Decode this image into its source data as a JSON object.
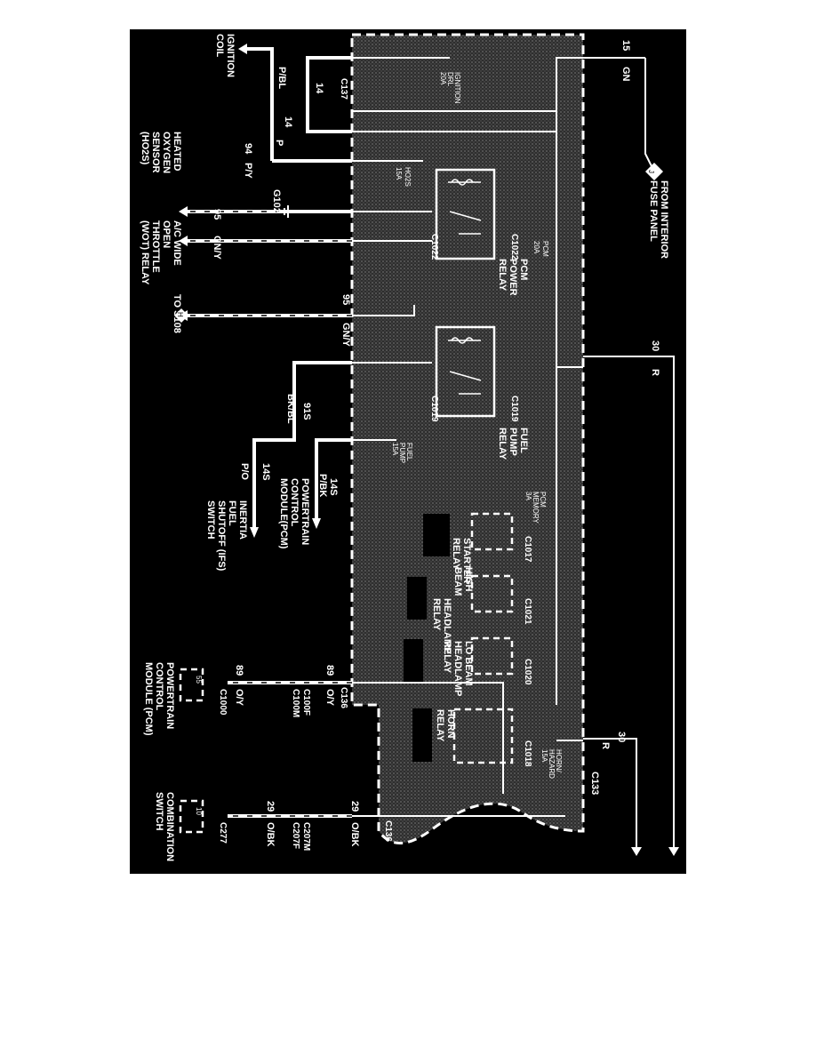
{
  "destinations": {
    "ignition_coil": [
      "IGNITION",
      "COIL"
    ],
    "ho2s": [
      "HEATED",
      "OXYGEN",
      "SENSOR",
      "(HO2S)"
    ],
    "wot": [
      "A/C WIDE",
      "OPEN",
      "THROTTLE",
      "(WOT) RELAY"
    ],
    "to_s108": "TO S108",
    "pcm_center": [
      "POWERTRAIN",
      "CONTROL",
      "MODULE(PCM)"
    ],
    "ifs": [
      "INERTIA",
      "FUEL",
      "SHUTOFF (IFS)",
      "SWITCH"
    ],
    "pcm_bottom": [
      "POWERTRAIN",
      "CONTROL",
      "MODULE (PCM)"
    ],
    "combo": [
      "COMBINATION",
      "SWITCH"
    ],
    "interior_fuse": [
      "FROM INTERIOR",
      "FUSE PANEL"
    ]
  },
  "circuits": {
    "c15": "15",
    "gn": "GN",
    "c14a": "14",
    "pbl": "P/BL",
    "c14b": "14",
    "p": "P",
    "c94": "94",
    "py": "P/Y",
    "c95a": "95",
    "gny_a": "GN/Y",
    "c95b": "95",
    "gny_b": "GN/Y",
    "c91s": "91S",
    "bkbl": "BK/BL",
    "c14s_a": "14S",
    "pbk": "P/BK",
    "c14s_b": "14S",
    "po": "P/O",
    "c89a": "89",
    "oy_a": "O/Y",
    "c89b": "89",
    "oy_b": "O/Y",
    "c29a": "29",
    "obk_a": "O/BK",
    "c29b": "29",
    "obk_b": "O/BK",
    "c30a": "30",
    "r_a": "R",
    "c30b": "30",
    "r_b": "R"
  },
  "connectors": {
    "c137": "C137",
    "g102": "G102",
    "c1022a": "C1022",
    "c1022b": "C1022",
    "c1019a": "C1019",
    "c1019b": "C1019",
    "c1017": "C1017",
    "c1021": "C1021",
    "c1020": "C1020",
    "c1018": "C1018",
    "c136a": "C136",
    "c136b": "C136",
    "c100f": "C100F",
    "c100m": "C100M",
    "c1000": "C1000",
    "c207m": "C207M",
    "c207f": "C207F",
    "c277": "C277",
    "c133": "C133",
    "pin_j": "J",
    "pin_h": "H",
    "pin_14": "14",
    "pin_55": "55",
    "pin_10": "10"
  },
  "relays": {
    "pcm_power": [
      "PCM",
      "POWER",
      "RELAY"
    ],
    "fuel_pump": [
      "FUEL",
      "PUMP",
      "RELAY"
    ],
    "starter": [
      "STARTER",
      "RELAY"
    ],
    "high_beam": [
      "HIGH",
      "BEAM",
      "HEADLAMP",
      "RELAY"
    ],
    "lo_beam": [
      "LO BEAM",
      "HEADLAMP",
      "RELAY"
    ],
    "horn": [
      "HORN",
      "RELAY"
    ]
  },
  "fuses": {
    "ignition_drl": [
      "IGNITION",
      "DRL",
      "20A"
    ],
    "ho2s": [
      "HO2S",
      "15A"
    ],
    "pcm": [
      "PCM",
      "20A"
    ],
    "fuel_pump": [
      "FUEL",
      "PUMP",
      "15A"
    ],
    "pcm_memory": [
      "PCM",
      "MEMORY",
      "3A"
    ],
    "horn_hazard": [
      "HORN/",
      "HAZARD",
      "15A"
    ]
  }
}
